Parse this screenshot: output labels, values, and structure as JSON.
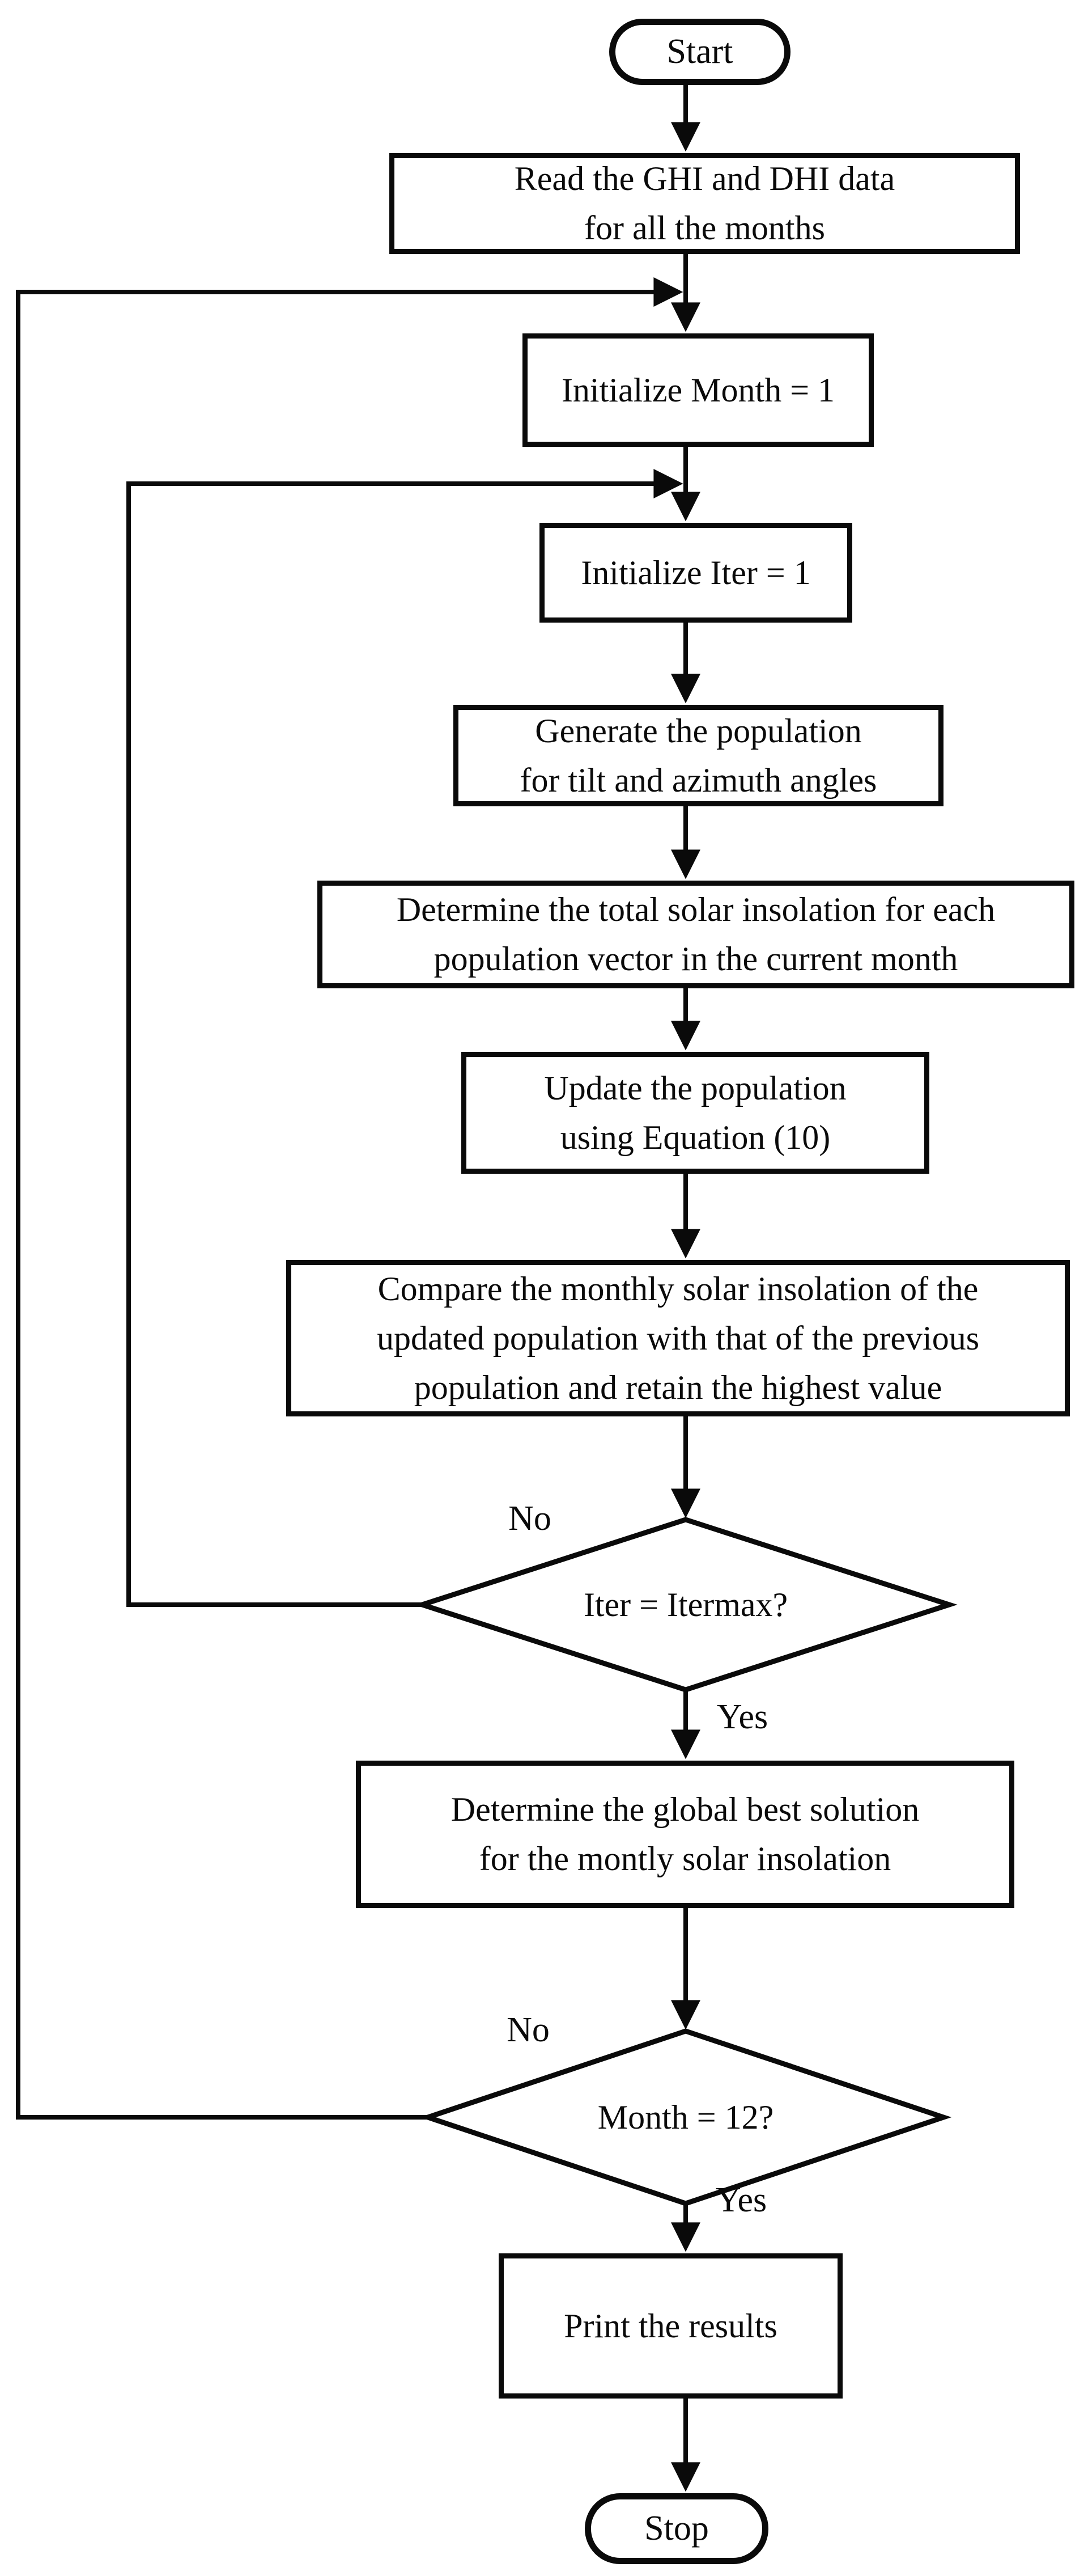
{
  "diagram": {
    "title": "Flowchart of monthly solar insolation optimization algorithm",
    "colors": {
      "background": "#ffffff",
      "stroke": "#0a0a0a",
      "node_fill": "#ffffff"
    },
    "nodes": {
      "start": {
        "type": "terminator",
        "label": "Start"
      },
      "read_data": {
        "type": "process",
        "label": "Read the GHI and DHI data\nfor all the months"
      },
      "init_month": {
        "type": "process",
        "label": "Initialize Month = 1"
      },
      "init_iter": {
        "type": "process",
        "label": "Initialize Iter = 1"
      },
      "generate_population": {
        "type": "process",
        "label": "Generate the population\nfor tilt and azimuth angles"
      },
      "determine_insolation": {
        "type": "process",
        "label": "Determine the total solar insolation for each\npopulation vector in the current month"
      },
      "update_population": {
        "type": "process",
        "label": "Update the population\nusing Equation (10)"
      },
      "compare_insolation": {
        "type": "process",
        "label": "Compare the monthly solar insolation of the\nupdated population with that of the previous\npopulation and retain the highest value"
      },
      "iter_decision": {
        "type": "decision",
        "label": "Iter = Itermax?"
      },
      "global_best": {
        "type": "process",
        "label": "Determine the global best solution\nfor the montly solar insolation"
      },
      "month_decision": {
        "type": "decision",
        "label": "Month = 12?"
      },
      "print_results": {
        "type": "process",
        "label": "Print the results"
      },
      "stop": {
        "type": "terminator",
        "label": "Stop"
      }
    },
    "edge_labels": {
      "iter_no": "No",
      "iter_yes": "Yes",
      "month_no": "No",
      "month_yes": "Yes"
    },
    "edges": [
      {
        "from": "start",
        "to": "read_data"
      },
      {
        "from": "read_data",
        "to": "init_month"
      },
      {
        "from": "init_month",
        "to": "init_iter"
      },
      {
        "from": "init_iter",
        "to": "generate_population"
      },
      {
        "from": "generate_population",
        "to": "determine_insolation"
      },
      {
        "from": "determine_insolation",
        "to": "update_population"
      },
      {
        "from": "update_population",
        "to": "compare_insolation"
      },
      {
        "from": "compare_insolation",
        "to": "iter_decision"
      },
      {
        "from": "iter_decision",
        "to": "init_iter",
        "label": "No"
      },
      {
        "from": "iter_decision",
        "to": "global_best",
        "label": "Yes"
      },
      {
        "from": "global_best",
        "to": "month_decision"
      },
      {
        "from": "month_decision",
        "to": "init_month",
        "label": "No"
      },
      {
        "from": "month_decision",
        "to": "print_results",
        "label": "Yes"
      },
      {
        "from": "print_results",
        "to": "stop"
      }
    ]
  }
}
